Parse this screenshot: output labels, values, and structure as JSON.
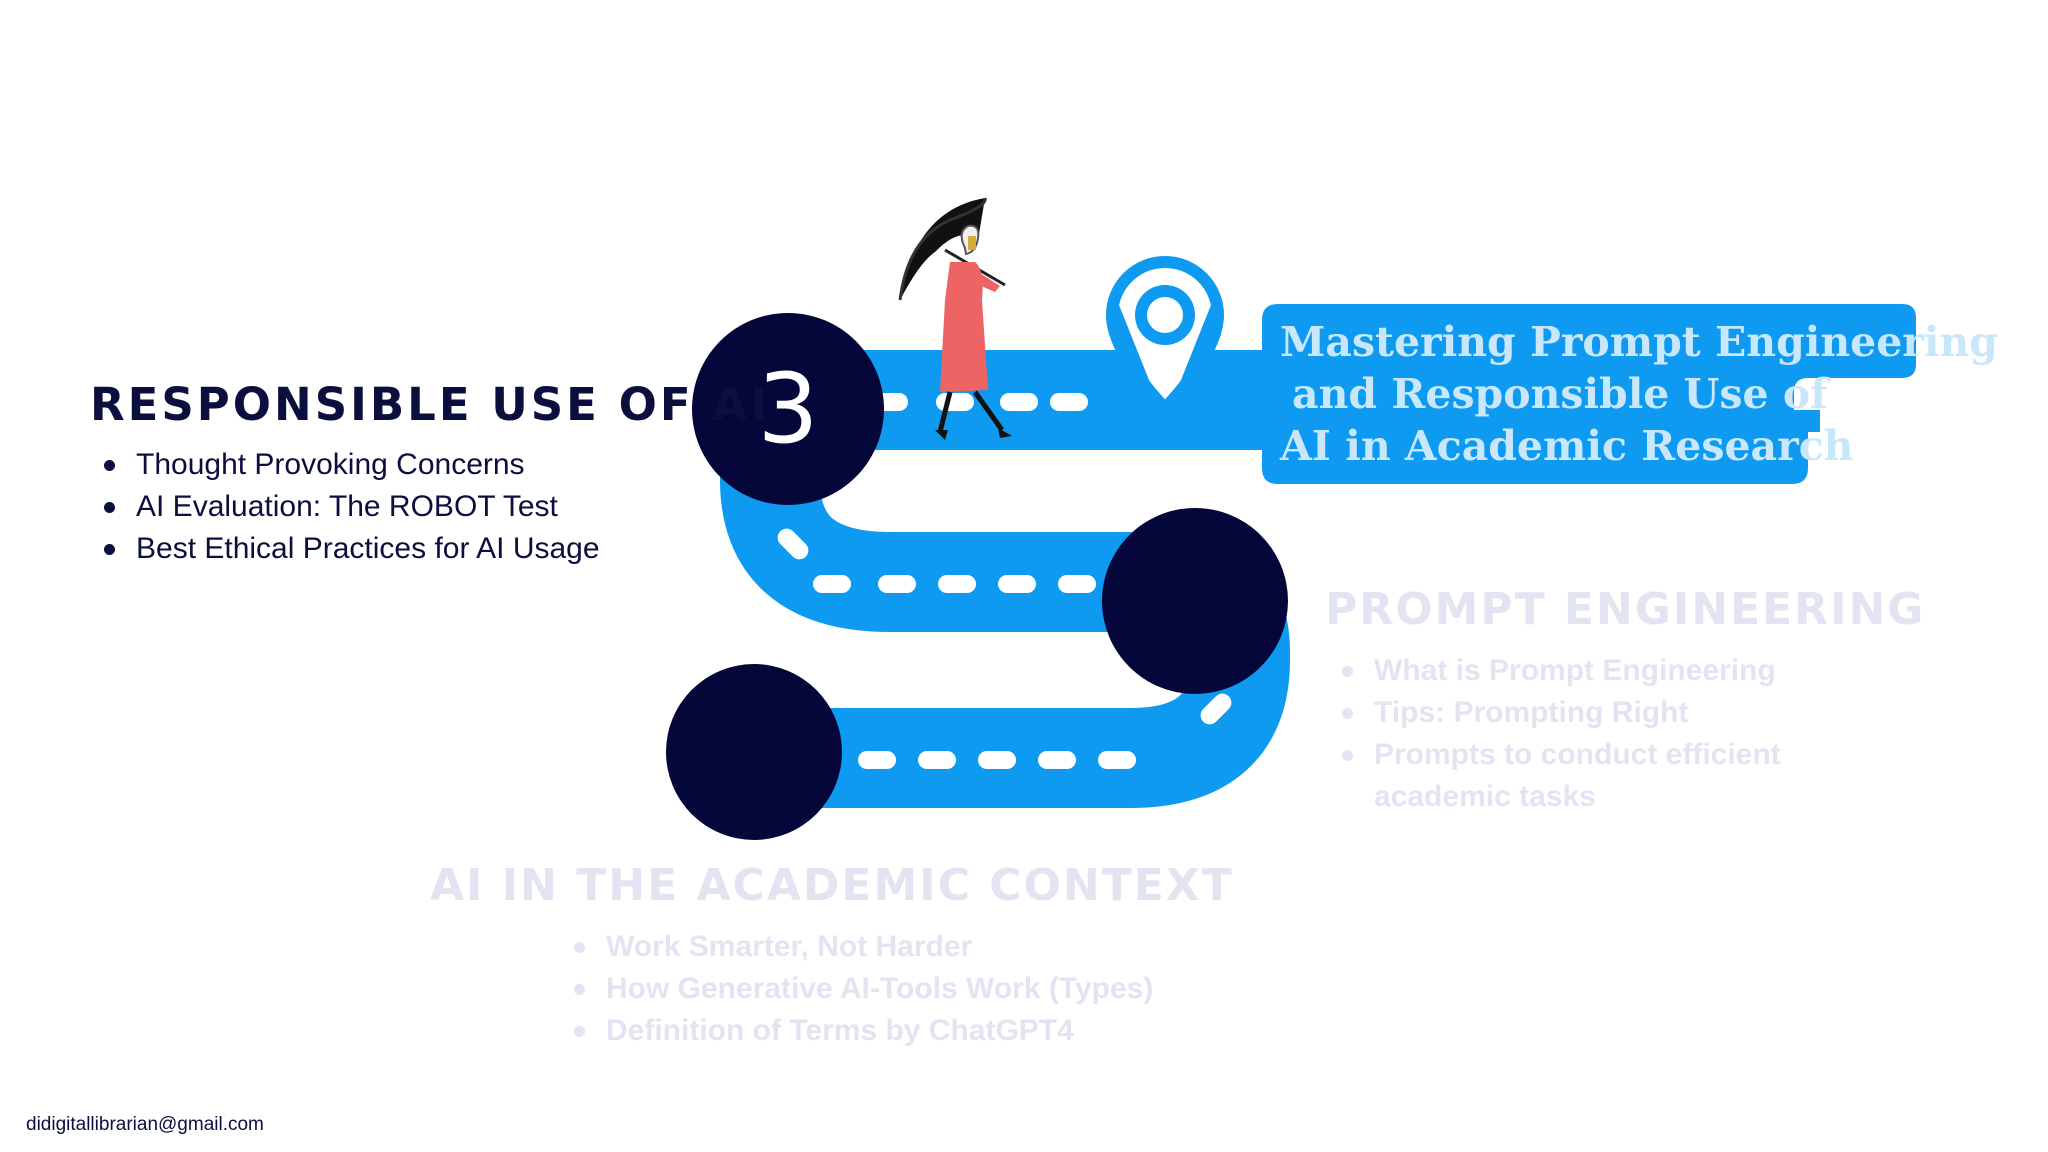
{
  "colors": {
    "road": "#0d9af0",
    "node": "#05073b",
    "dash": "#ffffff",
    "active_text": "#0b0f3e",
    "faded_text": "#e3e4f2",
    "title_text": "#c9e7fb",
    "figure_coat": "#ec6463"
  },
  "title": {
    "line1": "Mastering Prompt Engineering",
    "line2": "and Responsible Use of",
    "line3": "AI in Academic Research"
  },
  "milestones": [
    {
      "number": "",
      "heading": "AI IN THE ACADEMIC CONTEXT",
      "items": [
        "Work Smarter, Not Harder",
        "How Generative AI-Tools Work (Types)",
        "Definition of Terms by ChatGPT4"
      ],
      "state": "faded"
    },
    {
      "number": "",
      "heading": "PROMPT ENGINEERING",
      "items": [
        "What is Prompt Engineering",
        "Tips: Prompting Right",
        "Prompts to conduct efficient",
        "academic tasks"
      ],
      "state": "faded"
    },
    {
      "number": "3",
      "heading": "RESPONSIBLE USE OF AI",
      "items": [
        "Thought Provoking Concerns",
        "AI Evaluation: The ROBOT Test",
        "Best Ethical Practices for AI Usage"
      ],
      "state": "active"
    }
  ],
  "icons": {
    "destination": "location-pin-icon",
    "walker": "person-with-umbrella-icon"
  },
  "footer": {
    "email": "didigitallibrarian@gmail.com"
  }
}
